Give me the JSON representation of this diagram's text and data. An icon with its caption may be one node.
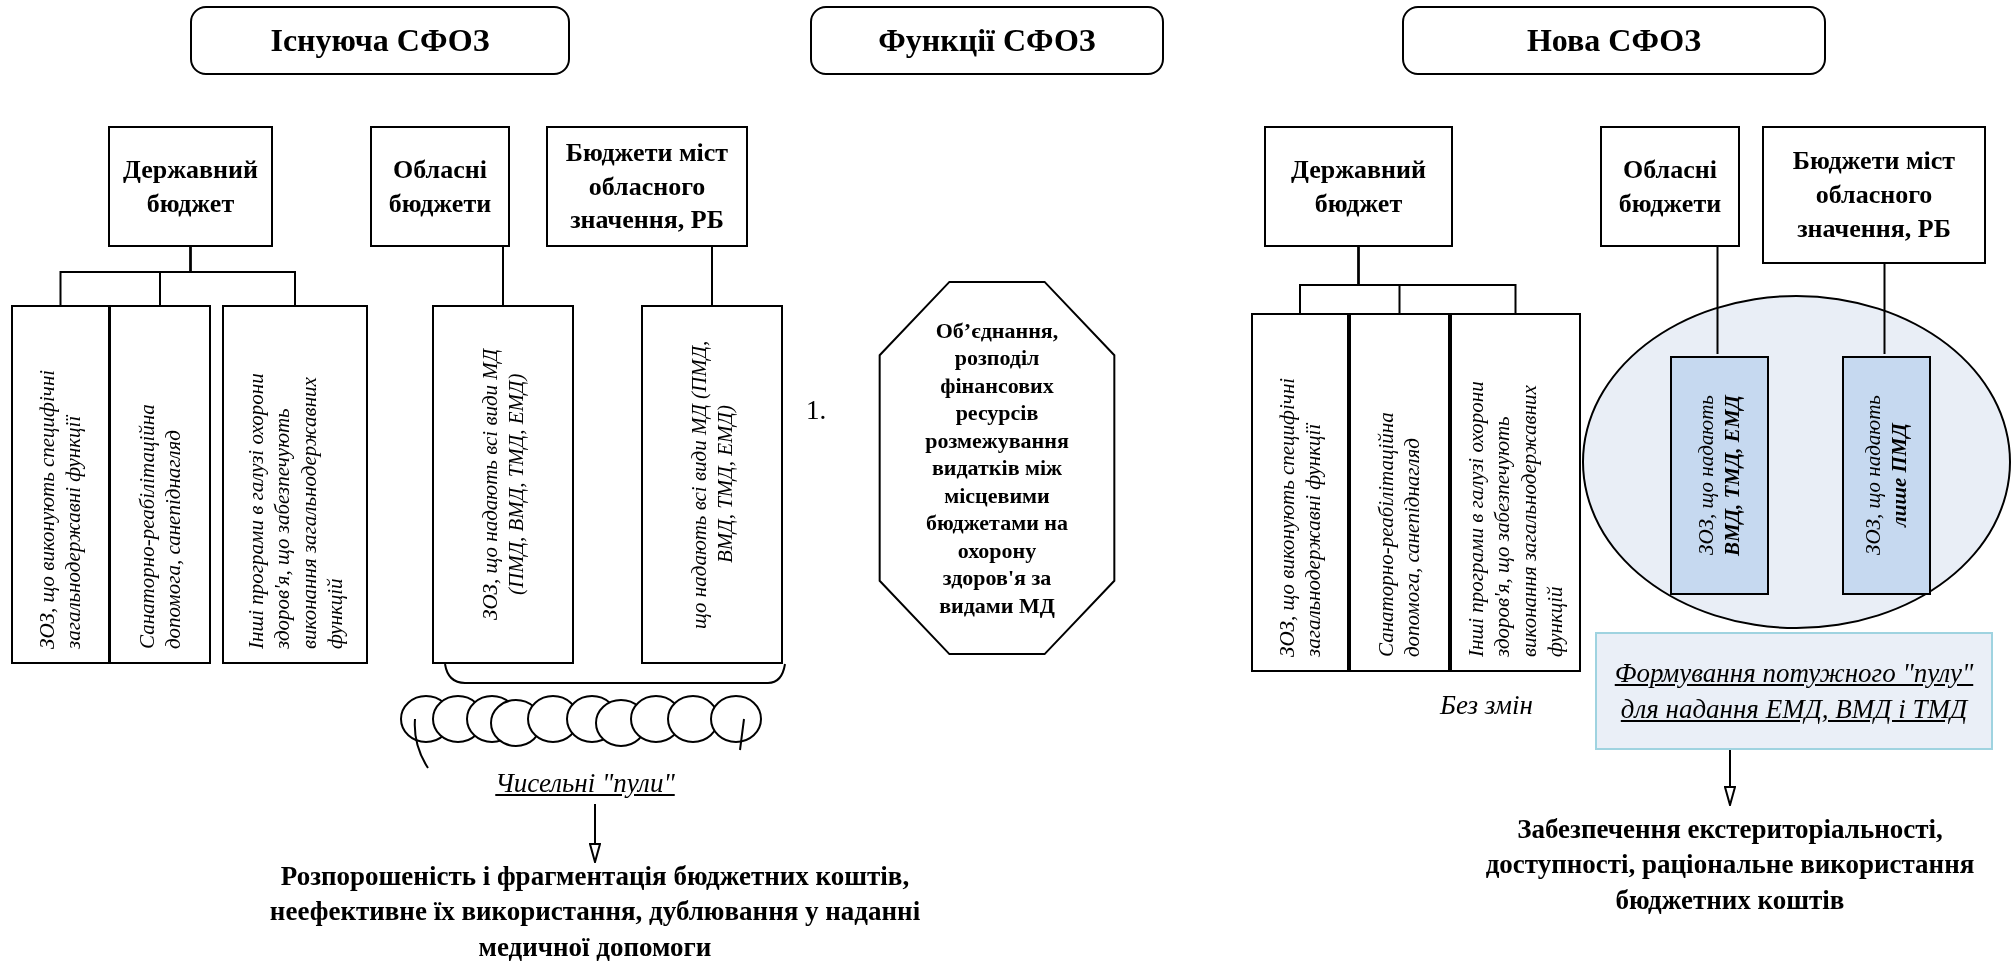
{
  "diagram": {
    "nodes": [
      {
        "text": [
          "Існуюча СФОЗ"
        ]
      },
      {
        "text": [
          "Функції СФОЗ"
        ]
      },
      {
        "text": [
          "Нова СФОЗ"
        ]
      },
      {
        "text": [
          "Державний бюджет"
        ]
      },
      {
        "text": [
          "Обласні бюджети"
        ]
      },
      {
        "text": [
          "Бюджети міст обласного значення, РБ"
        ]
      },
      {
        "text": [
          "ЗОЗ, що виконують специфічні загальнодержавні функції"
        ]
      },
      {
        "text": [
          "Санаторно-реабілітаційна допомога, санепіднагляд"
        ]
      },
      {
        "text": [
          "Інші програми в галузі охорони здоров'я, що забезпечують виконання загальнодержавних функцій"
        ]
      },
      {
        "text": [
          "ЗОЗ, що надають  всі види МД (ПМД, ВМД, ТМД, ЕМД)"
        ]
      },
      {
        "text": [
          "що надають  всі види МД (ПМД, ВМД, ТМД, ЕМД)"
        ]
      },
      {
        "text": [
          "Чисельні \"пули\""
        ]
      },
      {
        "text": [
          "Розпорошеність і фрагментація бюджетних коштів, неефективне їх використання, дублювання у наданні медичної допомоги"
        ]
      },
      {
        "text": [
          "Об’єднання, розподіл фінансових ресурсів розмежування видатків між місцевими бюджетами на охорону здоров'я за видами МД"
        ]
      },
      {
        "text": [
          "Державний бюджет"
        ]
      },
      {
        "text": [
          "Обласні бюджети"
        ]
      },
      {
        "text": [
          "Бюджети міст обласного значення, РБ"
        ]
      },
      {
        "text": [
          "ЗОЗ, що виконують специфічні загальнодержавні функції"
        ]
      },
      {
        "text": [
          "Санаторно-реабілітаційна допомога, санепіднагляд"
        ]
      },
      {
        "text": [
          "Інші програми в галузі охорони здоров'я, що забезпечують виконання загальнодержавних функцій"
        ]
      },
      {
        "text": [],
        "shape": "ellipse"
      },
      {
        "text": [
          "ЗОЗ, що надають **ВМД, ТМД, ЕМД**"
        ],
        "in": 20
      },
      {
        "text": [
          "ЗОЗ, що надають **лише ПМД**"
        ],
        "in": 20
      },
      {
        "text": [
          "Формування потужного \"пулу\" для надання ЕМД, ВМД і ТМД"
        ]
      },
      {
        "text": [
          "Забезпечення екстериторіальності, доступності, раціональне використання бюджетних коштів"
        ]
      }
    ],
    "edges": [
      {
        "from": 3,
        "to": 6,
        "arrow": "none"
      },
      {
        "from": 3,
        "to": 7,
        "arrow": "none"
      },
      {
        "from": 3,
        "to": 8,
        "arrow": "none"
      },
      {
        "from": 4,
        "to": 9,
        "arrow": "none"
      },
      {
        "from": 5,
        "to": 10,
        "arrow": "none"
      },
      {
        "from": 11,
        "to": 12,
        "arrow": "to"
      },
      {
        "from": 14,
        "to": 17,
        "arrow": "none"
      },
      {
        "from": 14,
        "to": 18,
        "arrow": "none"
      },
      {
        "from": 14,
        "to": 19,
        "arrow": "none"
      },
      {
        "from": 15,
        "to": 21,
        "arrow": "none"
      },
      {
        "from": 16,
        "to": 22,
        "arrow": "none"
      },
      {
        "from": 23,
        "to": 24,
        "arrow": "to"
      }
    ],
    "labels": [
      "1.",
      "Без змін"
    ]
  }
}
